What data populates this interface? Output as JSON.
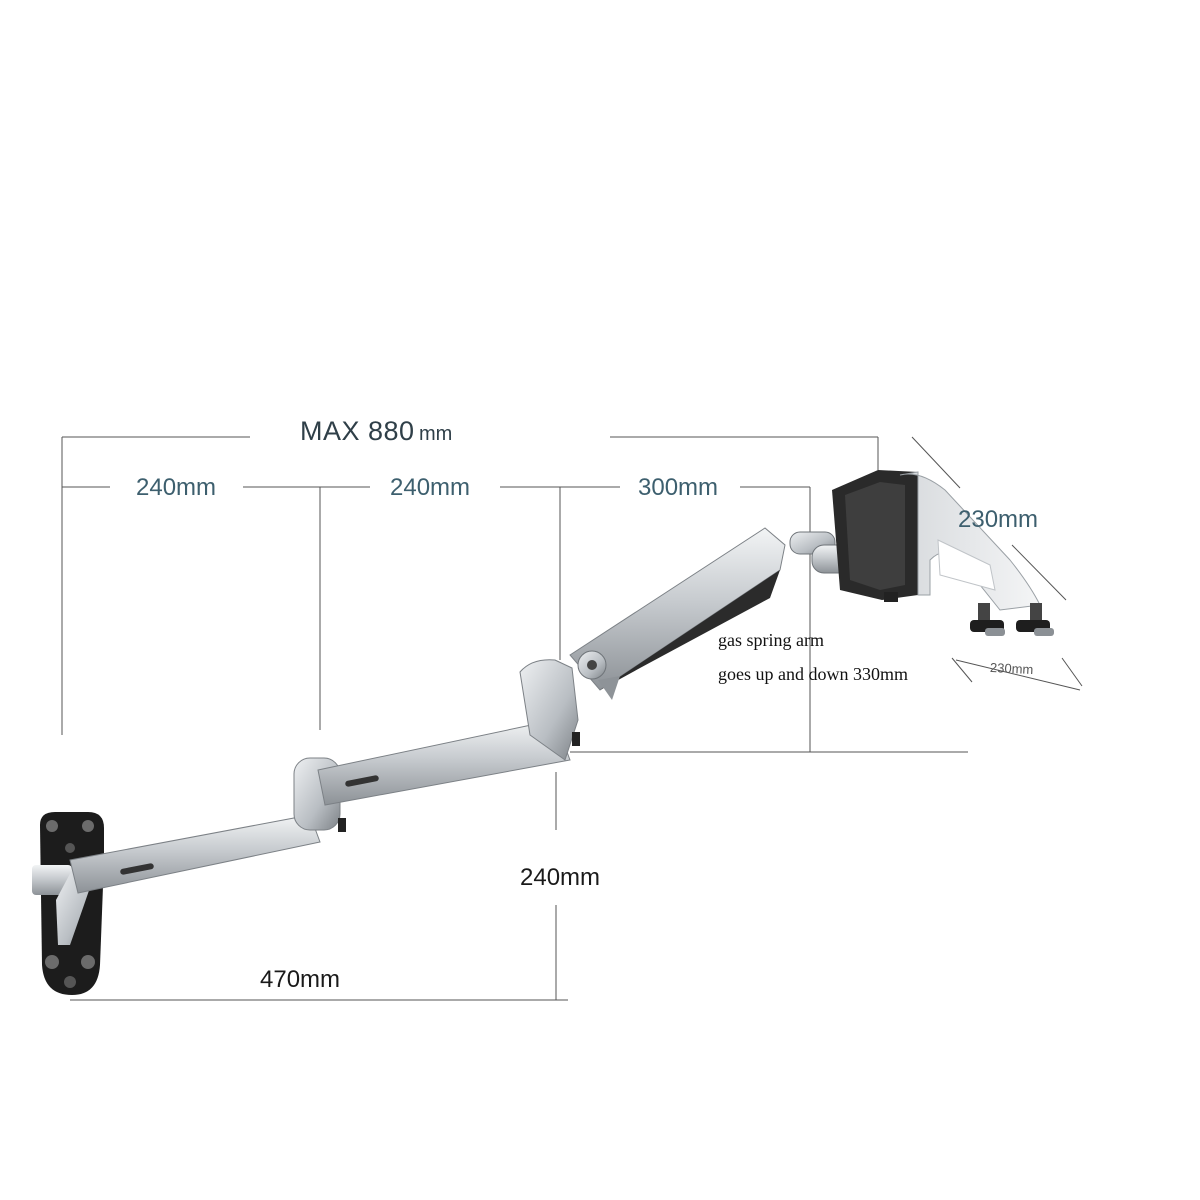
{
  "dimensions": {
    "max_reach": {
      "value": "MAX 880",
      "unit": "mm"
    },
    "segment_1": "240mm",
    "segment_2": "240mm",
    "segment_3": "300mm",
    "tray_depth": "230mm",
    "tray_width": "230mm",
    "vertical_offset": "240mm",
    "base_span": "470mm"
  },
  "notes": {
    "line_1": "gas spring arm",
    "line_2": "goes up and down 330mm"
  },
  "colors": {
    "dimension_line": "#555555",
    "label_teal": "#3d5f6e",
    "aluminum": "#c9cdd1",
    "mount_black": "#1c1c1c"
  }
}
